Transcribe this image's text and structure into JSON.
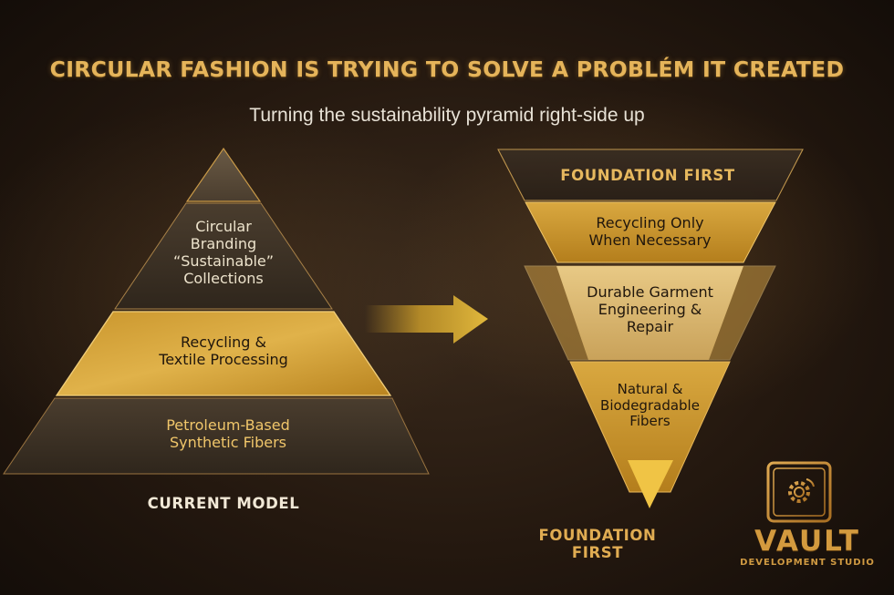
{
  "header": {
    "title": "CIRCULAR FASHION IS TRYING TO SOLVE A PROBLÉM IT CREATED",
    "subtitle": "Turning the sustainability pyramid right-side up"
  },
  "left_pyramid": {
    "caption": "CURRENT MODEL",
    "tiers": [
      {
        "label_lines": [
          "Circular",
          "Branding",
          "“Sustainable”",
          "Collections"
        ],
        "style": "dark"
      },
      {
        "label_lines": [
          "Recycling &",
          "Textile Processing"
        ],
        "style": "gold"
      },
      {
        "label_lines": [
          "Petroleum-Based",
          "Synthetic Fibers"
        ],
        "style": "dark"
      }
    ]
  },
  "arrow": {
    "icon": "right-arrow-icon",
    "direction": "right"
  },
  "right_pyramid": {
    "header_label": "FOUNDATION FIRST",
    "tiers": [
      {
        "label_lines": [
          "Recycling Only",
          "When Necessary"
        ]
      },
      {
        "label_lines": [
          "Durable Garment",
          "Engineering &",
          "Repair"
        ]
      },
      {
        "label_lines": [
          "Natural &",
          "Biodegradable",
          "Fibers"
        ]
      }
    ],
    "caption": "FOUNDATION FIRST"
  },
  "logo": {
    "icon": "vault-gear-icon",
    "name": "VAULT",
    "tagline": "DEVELOPMENT STUDIO"
  },
  "colors": {
    "gold": "#e5b45a",
    "gold_bright": "#d9a832",
    "dark_tier": "#3b3024",
    "background": "#24180f"
  }
}
